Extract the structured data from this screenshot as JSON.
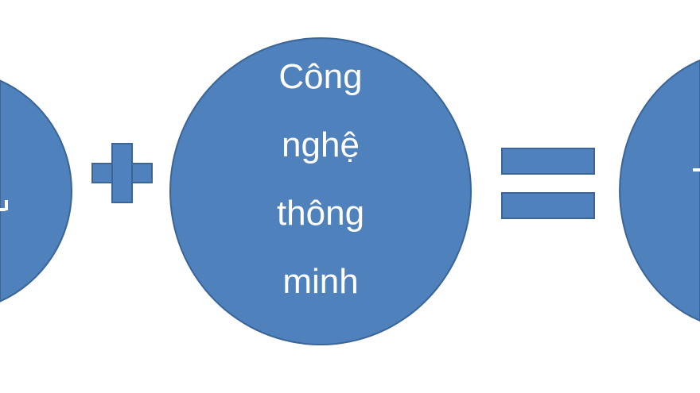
{
  "middle_circle": {
    "lines": [
      "Công",
      "nghệ",
      "thông",
      "minh"
    ]
  },
  "operators": {
    "plus": "+",
    "equals": "="
  },
  "colors": {
    "fill": "#4f81bd",
    "border": "#3a6596",
    "text": "#ffffff"
  }
}
